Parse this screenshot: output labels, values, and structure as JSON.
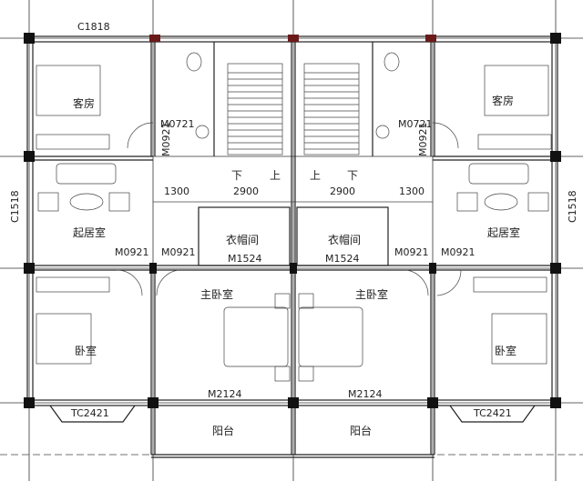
{
  "plan": {
    "windows": {
      "top": "C1818",
      "side_left": "C1518",
      "side_right": "C1518",
      "bay_left": "TC2421",
      "bay_right": "TC2421"
    },
    "rooms": {
      "guest_left": "客房",
      "guest_right": "客房",
      "living_left": "起居室",
      "living_right": "起居室",
      "closet_left": "衣帽间",
      "closet_right": "衣帽间",
      "master_left": "主卧室",
      "master_right": "主卧室",
      "bedroom_left": "卧室",
      "bedroom_right": "卧室",
      "balcony_left": "阳台",
      "balcony_right": "阳台"
    },
    "doors": {
      "bath_left": "M0721",
      "bath_right": "M0721",
      "guest_left": "M0921",
      "guest_right": "M0921",
      "bed_left": "M0921",
      "master_left": "M0921",
      "master_right": "M0921",
      "bed_right": "M0921",
      "closet_left": "M1524",
      "closet_right": "M1524",
      "balcony_left": "M2124",
      "balcony_right": "M2124"
    },
    "stairs": {
      "left_down": "下",
      "left_up": "上",
      "right_up": "上",
      "right_down": "下"
    },
    "dimensions": [
      "1300",
      "2900",
      "2900",
      "1300"
    ]
  }
}
